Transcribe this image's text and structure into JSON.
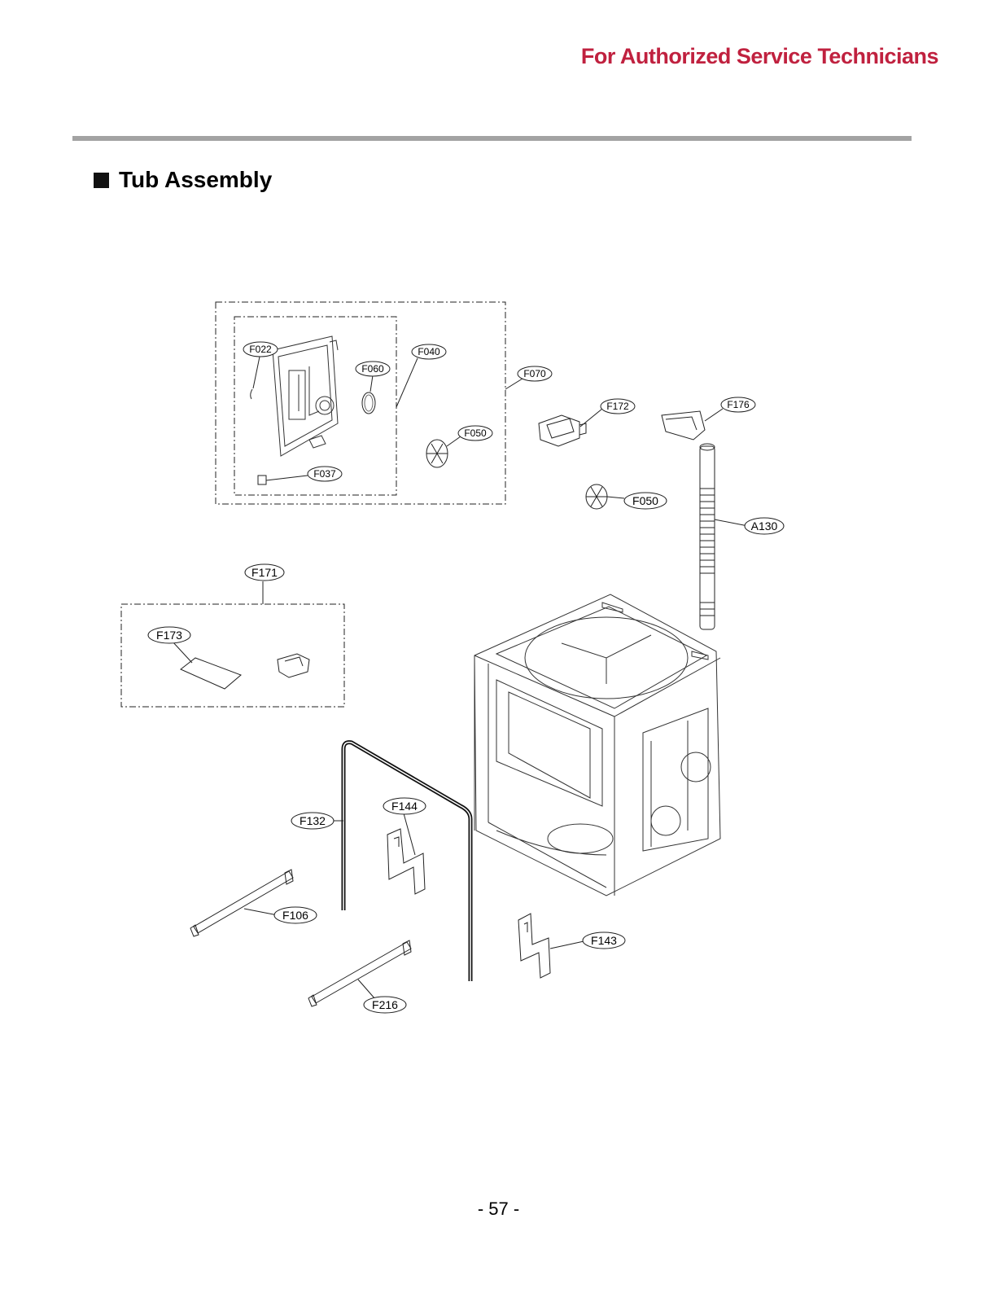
{
  "header": {
    "authorized_text": "For Authorized Service Technicians"
  },
  "section": {
    "title": "Tub Assembly"
  },
  "parts": {
    "F022": "F022",
    "F040": "F040",
    "F060": "F060",
    "F070": "F070",
    "F050_a": "F050",
    "F037": "F037",
    "F172": "F172",
    "F176": "F176",
    "F050_b": "F050",
    "A130": "A130",
    "F171": "F171",
    "F173": "F173",
    "F132": "F132",
    "F144": "F144",
    "F106": "F106",
    "F143": "F143",
    "F216": "F216"
  },
  "footer": {
    "page_number": "- 57 -"
  }
}
